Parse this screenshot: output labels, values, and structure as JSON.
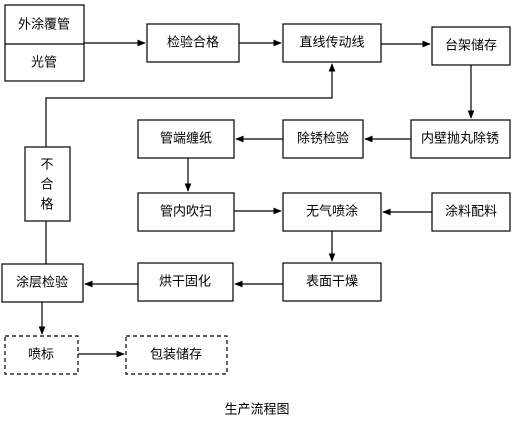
{
  "nodes": {
    "outer_coating": "外涂覆管",
    "bare_pipe": "光管",
    "inspect_ok": "检验合格",
    "linear_conveyor": "直线传动线",
    "rack_storage": "台架储存",
    "inner_wall_shot_blast": "内壁抛丸除锈",
    "derust_inspect": "除锈检验",
    "end_wrap_paper": "管端缠纸",
    "inner_blow": "管内吹扫",
    "airless_spray": "无气喷涂",
    "paint_mixing": "涂料配料",
    "surface_dry": "表面干燥",
    "bake_cure": "烘干固化",
    "coating_inspect": "涂层检验",
    "reject_1": "不",
    "reject_2": "合",
    "reject_3": "格",
    "marking": "喷标",
    "pack_store": "包装储存"
  },
  "caption": "生产流程图"
}
